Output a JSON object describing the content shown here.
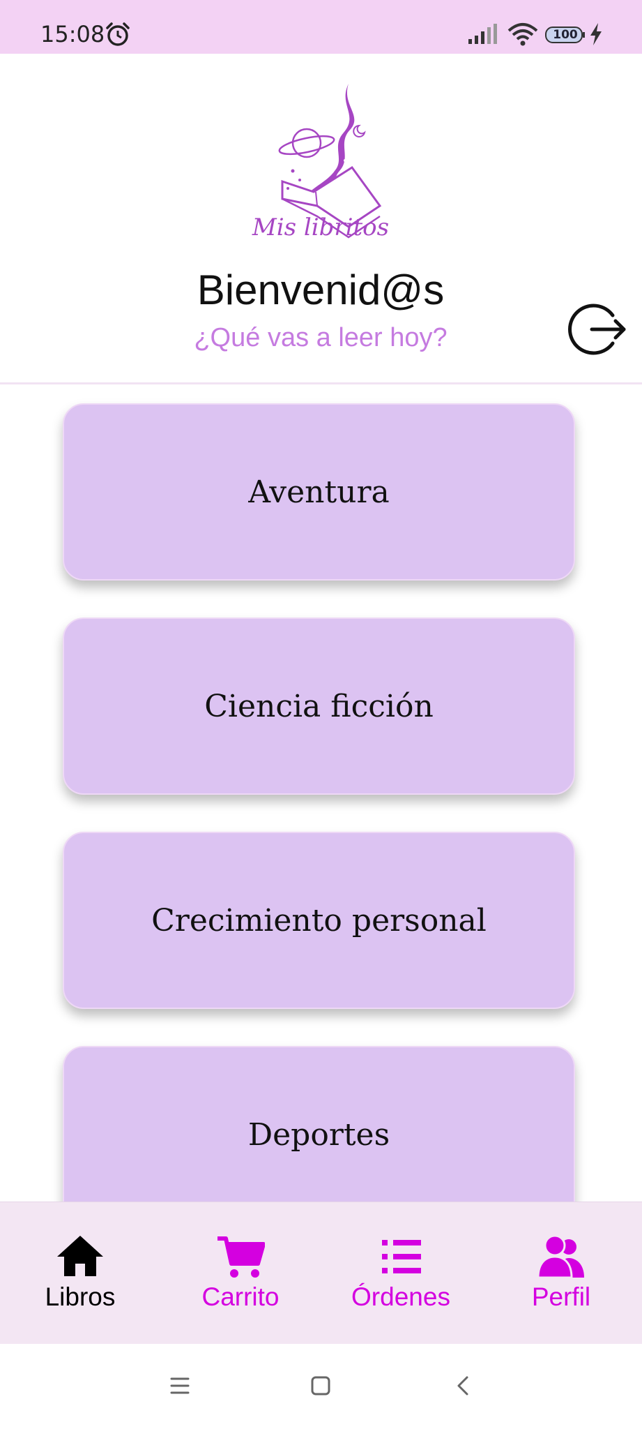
{
  "status_bar": {
    "time": "15:08",
    "battery": "100"
  },
  "header": {
    "brand": "Mis libritos",
    "title": "Bienvenid@s",
    "subtitle": "¿Qué vas a leer hoy?"
  },
  "categories": [
    {
      "label": "Aventura"
    },
    {
      "label": "Ciencia ficción"
    },
    {
      "label": "Crecimiento personal"
    },
    {
      "label": "Deportes"
    }
  ],
  "bottom_nav": {
    "items": [
      {
        "label": "Libros",
        "icon": "home-icon",
        "active": true
      },
      {
        "label": "Carrito",
        "icon": "cart-icon",
        "active": false
      },
      {
        "label": "Órdenes",
        "icon": "list-icon",
        "active": false
      },
      {
        "label": "Perfil",
        "icon": "users-icon",
        "active": false
      }
    ]
  },
  "colors": {
    "status_bar": "#f3d2f4",
    "accent": "#d400e0",
    "card": "#dcc3f2",
    "subtitle": "#c57be0",
    "nav_bg": "#f3e6f3"
  }
}
